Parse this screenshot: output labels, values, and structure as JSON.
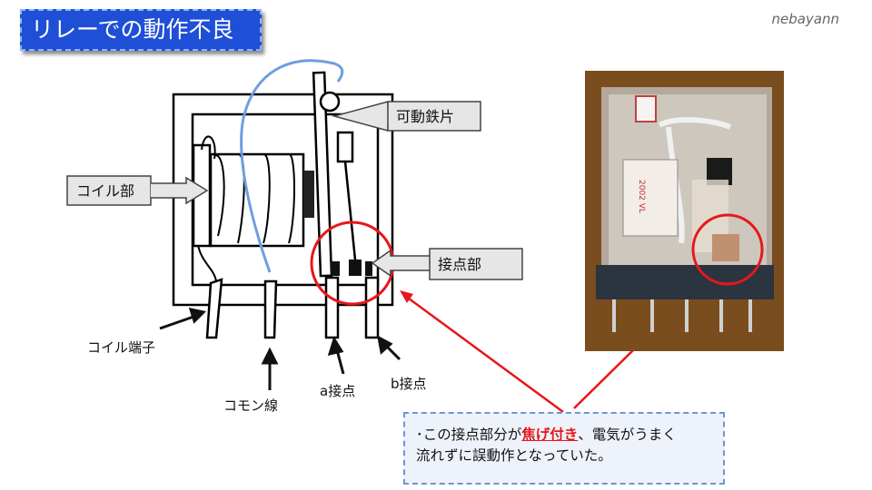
{
  "title": "リレーでの動作不良",
  "author": "nebayann",
  "labels": {
    "armature": "可動鉄片",
    "coil": "コイル部",
    "contact": "接点部",
    "coil_terminal": "コイル端子",
    "common": "コモン線",
    "a_contact": "a接点",
    "b_contact": "b接点"
  },
  "callout": {
    "prefix": "･この",
    "contact_word": "接点部分が",
    "highlight": "焦げ付き",
    "rest_line1": "、電気がうまく",
    "line2": "流れずに誤動作となっていた。"
  },
  "colors": {
    "title_bg": "#1f4fd6",
    "highlight": "#e8161b",
    "wire": "#6f9ee0",
    "circle": "#e8161b"
  }
}
